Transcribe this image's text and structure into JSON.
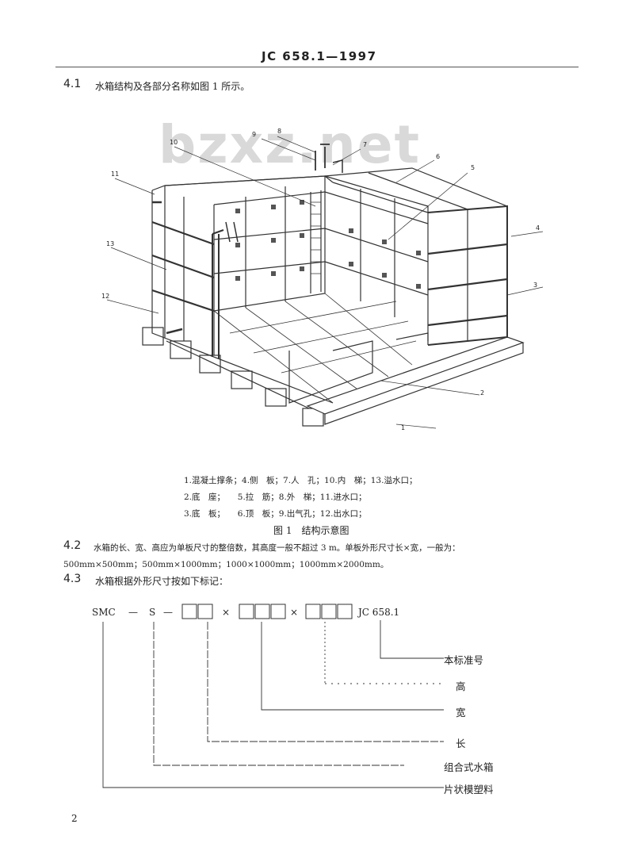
{
  "header": {
    "standard_no": "JC 658.1—1997"
  },
  "section_4_1": {
    "num": "4.1",
    "text": "水箱结构及各部分名称如图 1 所示。"
  },
  "figure": {
    "watermark": "bzxz.net",
    "callouts": [
      "1",
      "2",
      "3",
      "4",
      "5",
      "6",
      "7",
      "8",
      "9",
      "10",
      "11",
      "13",
      "12"
    ],
    "legend_rows": [
      "1.混凝土撑条；4.侧　板；7.人　孔；10.内　梯；13.溢水口；",
      "2.底　座；　　5.拉　筋；8.外　梯；11.进水口；",
      "3.底　板；　　6.顶　板；9.出气孔；12.出水口；"
    ],
    "caption": "图 1　结构示意图"
  },
  "section_4_2": {
    "num": "4.2",
    "text_line1": "水箱的长、宽、高应为单板尺寸的整倍数，其高度一般不超过 3 m。单板外形尺寸长×宽，一般为：",
    "text_line2": "500mm×500mm；500mm×1000mm；1000×1000mm；1000mm×2000mm。"
  },
  "section_4_3": {
    "num": "4.3",
    "text": "水箱根据外形尺寸按如下标记："
  },
  "marking": {
    "smc": "SMC",
    "dash": "—",
    "s": "S",
    "x": "×",
    "std_ref": "JC 658.1",
    "meanings": [
      "本标准号",
      "高",
      "宽",
      "长",
      "组合式水箱",
      "片状模塑料"
    ]
  },
  "page_number": "2"
}
